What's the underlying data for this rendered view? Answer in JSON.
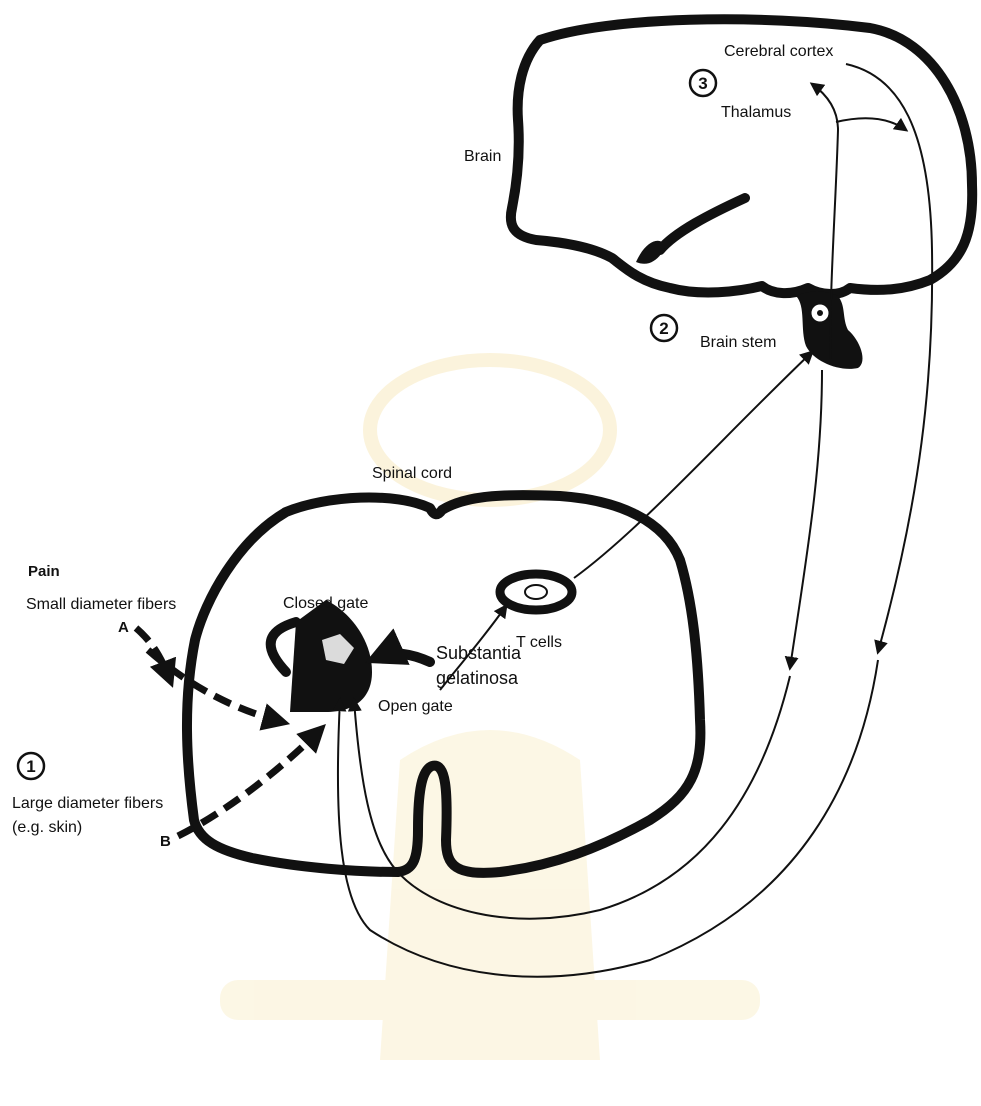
{
  "labels": {
    "cerebral_cortex": "Cerebral cortex",
    "thalamus": "Thalamus",
    "brain": "Brain",
    "brain_stem": "Brain stem",
    "spinal_cord": "Spinal cord",
    "pain": "Pain",
    "small_fibers": "Small diameter fibers",
    "fiber_a": "A",
    "closed_gate": "Closed gate",
    "substantia_1": "Substantia",
    "substantia_2": "gelatinosa",
    "open_gate": "Open gate",
    "t_cells": "T cells",
    "large_fibers": "Large diameter fibers",
    "skin_example": "(e.g. skin)",
    "fiber_b": "B"
  },
  "markers": {
    "step1": "1",
    "step2": "2",
    "step3": "3"
  },
  "colors": {
    "ink": "#111111",
    "background": "#ffffff",
    "watermark": "#f3dd9a"
  }
}
